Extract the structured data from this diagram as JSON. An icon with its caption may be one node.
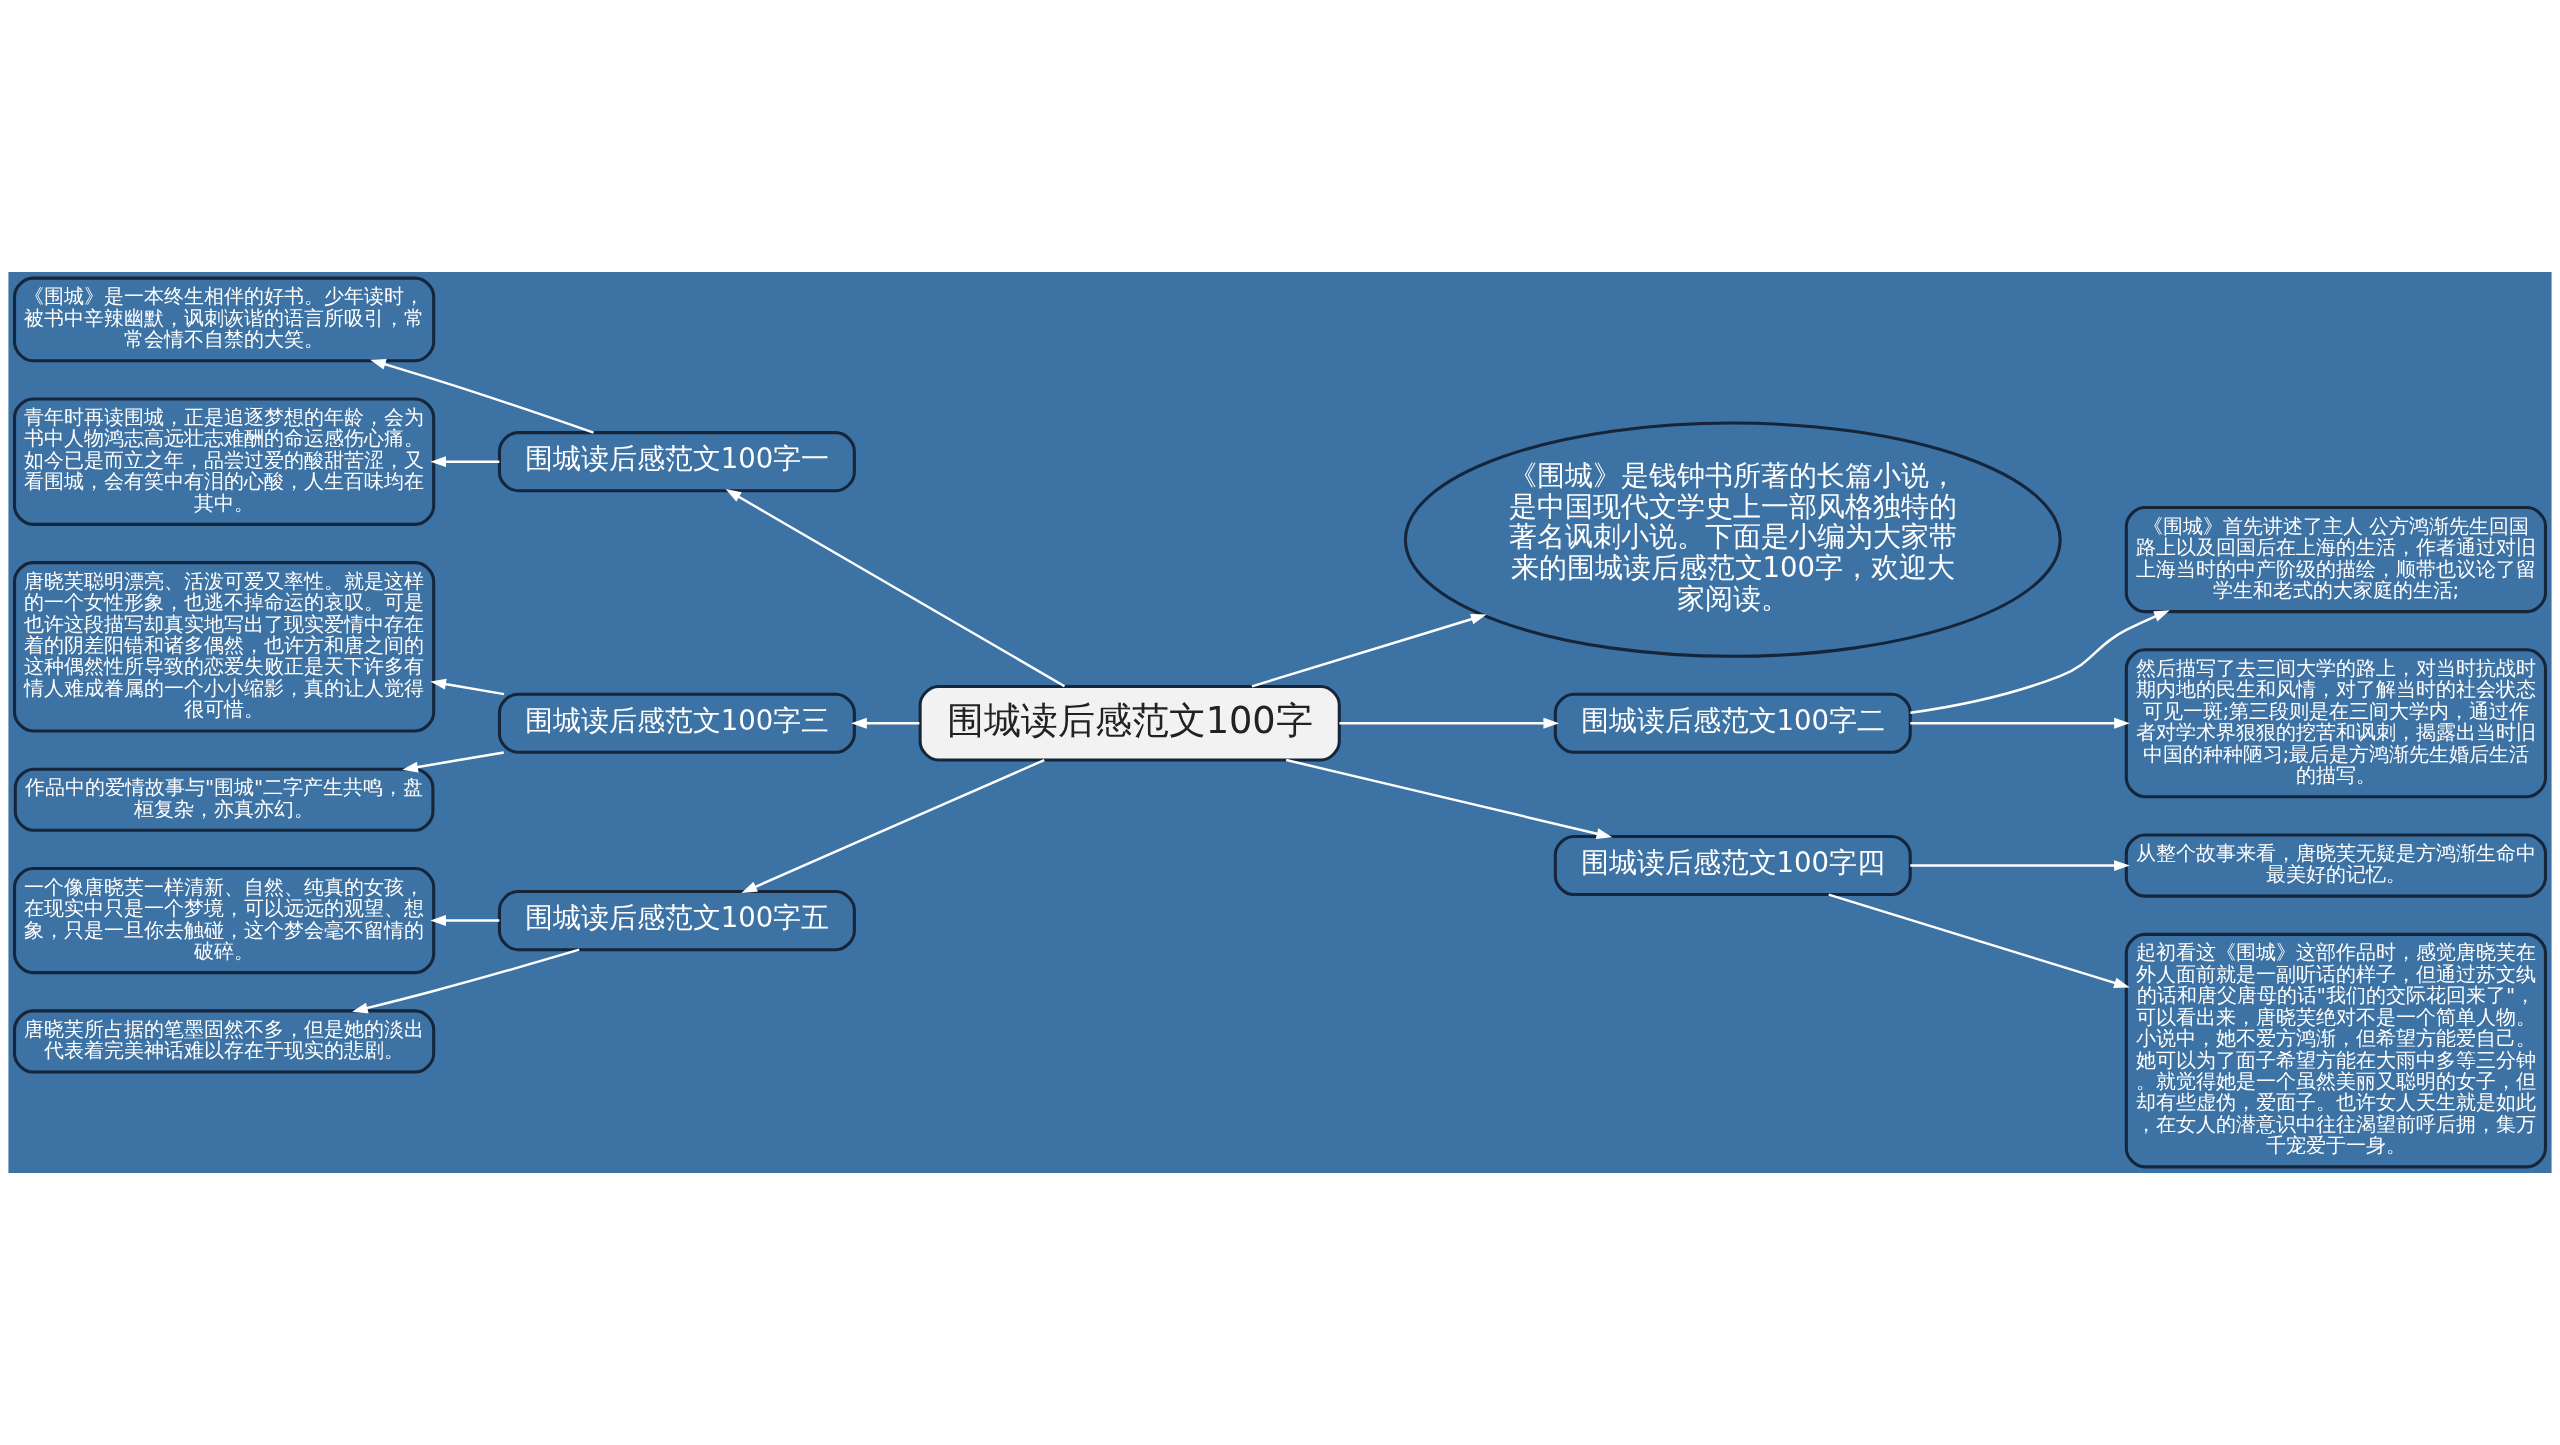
{
  "diagram": {
    "nodes": [
      {
        "text": [
          "围城读后感范文100字"
        ]
      },
      {
        "text": [
          "《围城》是钱钟书所著的长篇小说，是中国现代文学史上一部风格独特的著名讽刺小说。下面是小编为大家带来的围城读后感范文100字，欢迎大家阅读。"
        ]
      },
      {
        "text": [
          "围城读后感范文100字一"
        ]
      },
      {
        "text": [
          "《围城》是一本终生相伴的好书。少年读时，被书中辛辣幽默，讽刺诙谐的语言所吸引，常常会情不自禁的大笑。"
        ]
      },
      {
        "text": [
          "青年时再读围城，正是追逐梦想的年龄，会为书中人物鸿志高远壮志难酬的命运感伤心痛。如今已是而立之年，品尝过爱的酸甜苦涩，又看围城，会有笑中有泪的心酸，人生百味均在其中。"
        ]
      },
      {
        "text": [
          "围城读后感范文100字二"
        ]
      },
      {
        "text": [
          "《围城》首先讲述了主人 公方鸿渐先生回国路上以及回国后在上海的生活，作者通过对旧上海当时的中产阶级的描绘，顺带也议论了留学生和老式的大家庭的生活;"
        ]
      },
      {
        "text": [
          "然后描写了去三间大学的路上，对当时抗战时期内地的民生和风情，对了解当时的社会状态可见一斑;第三段则是在三间大学内，通过作者对学术界狠狠的挖苦和讽刺，揭露出当时旧中国的种种陋习;最后是方鸿渐先生婚后生活的描写。"
        ]
      },
      {
        "text": [
          "围城读后感范文100字三"
        ]
      },
      {
        "text": [
          "唐晓芙聪明漂亮、活泼可爱又率性。就是这样的一个女性形象，也逃不掉命运的哀叹。可是也许这段描写却真实地写出了现实爱情中存在着的阴差阳错和诸多偶然，也许方和唐之间的这种偶然性所导致的恋爱失败正是天下许多有情人难成眷属的一个小小缩影，真的让人觉得很可惜。"
        ]
      },
      {
        "text": [
          "作品中的爱情故事与\"围城\"二字产生共鸣，盘桓复杂，亦真亦幻。"
        ]
      },
      {
        "text": [
          "围城读后感范文100字四"
        ]
      },
      {
        "text": [
          "从整个故事来看，唐晓芙无疑是方鸿渐生命中最美好的记忆。"
        ]
      },
      {
        "text": [
          "起初看这《围城》这部作品时，感觉唐晓芙在外人面前就是一副听话的样子，但通过苏文纨的话和唐父唐母的话\"我们的交际花回来了\"，可以看出来，唐晓芙绝对不是一个简单人物。小说中，她不爱方鸿渐，但希望方能爱自己。她可以为了面子希望方能在大雨中多等三分钟。就觉得她是一个虽然美丽又聪明的女子，但却有些虚伪，爱面子。也许女人天生就是如此，在女人的潜意识中往往渴望前呼后拥，集万千宠爱于一身。"
        ]
      },
      {
        "text": [
          "围城读后感范文100字五"
        ]
      },
      {
        "text": [
          "一个像唐晓芙一样清新、自然、纯真的女孩，在现实中只是一个梦境，可以远远的观望、想象，只是一旦你去触碰，这个梦会毫不留情的破碎。"
        ]
      },
      {
        "text": [
          "唐晓芙所占据的笔墨固然不多，但是她的淡出代表着完美神话难以存在于现实的悲剧。"
        ]
      }
    ],
    "edges": [
      {
        "from": 0,
        "to": 1,
        "arrow": "to"
      },
      {
        "from": 0,
        "to": 2,
        "arrow": "to"
      },
      {
        "from": 2,
        "to": 3,
        "arrow": "to"
      },
      {
        "from": 2,
        "to": 4,
        "arrow": "to"
      },
      {
        "from": 0,
        "to": 5,
        "arrow": "to"
      },
      {
        "from": 5,
        "to": 6,
        "arrow": "to"
      },
      {
        "from": 5,
        "to": 7,
        "arrow": "to"
      },
      {
        "from": 0,
        "to": 8,
        "arrow": "to"
      },
      {
        "from": 8,
        "to": 9,
        "arrow": "to"
      },
      {
        "from": 8,
        "to": 10,
        "arrow": "to"
      },
      {
        "from": 0,
        "to": 11,
        "arrow": "to"
      },
      {
        "from": 11,
        "to": 12,
        "arrow": "to"
      },
      {
        "from": 11,
        "to": 13,
        "arrow": "to"
      },
      {
        "from": 0,
        "to": 14,
        "arrow": "to"
      },
      {
        "from": 14,
        "to": 15,
        "arrow": "to"
      },
      {
        "from": 14,
        "to": 16,
        "arrow": "to"
      }
    ]
  }
}
